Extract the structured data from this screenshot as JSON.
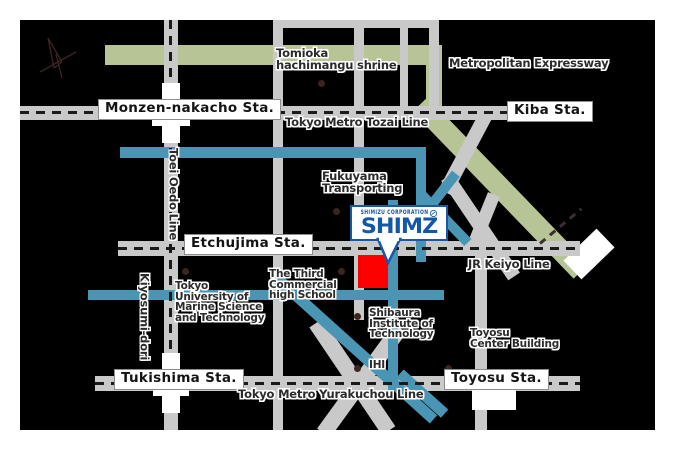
{
  "map": {
    "title": "Shimizu Corporation Tokyo area access map",
    "background_color": "#000000",
    "road_color": "#c9c9c9",
    "water_color": "#4a94b4",
    "expressway_color": "#b7c496",
    "target_color": "#ff0000",
    "logo_color": "#1457a8"
  },
  "stations": [
    {
      "name": "Monzen-nakacho Sta."
    },
    {
      "name": "Kiba Sta."
    },
    {
      "name": "Etchujima Sta."
    },
    {
      "name": "Tukishima Sta."
    },
    {
      "name": "Toyosu Sta."
    }
  ],
  "rail_lines": [
    {
      "name": "Tokyo Metro Tozai Line"
    },
    {
      "name": "Toei Oedo Line"
    },
    {
      "name": "JR Keiyo Line"
    },
    {
      "name": "Tokyo Metro Yurakuchou Line"
    }
  ],
  "roads": [
    {
      "name": "Kiyosumi-dori"
    },
    {
      "name": "Metropolitan Expressway"
    }
  ],
  "landmarks": [
    {
      "name": "Tomioka\nhachimangu shrine"
    },
    {
      "name": "Fukuyama\nTransporting"
    },
    {
      "name": "The Third\nCommercial\nhigh School"
    },
    {
      "name": "Tokyo\nUniversity of\nMarine Science\nand Technology"
    },
    {
      "name": "Shibaura\nInstitute of\nTechnology"
    },
    {
      "name": "IHI"
    },
    {
      "name": "Toyosu\nCenter Building"
    }
  ],
  "logo": {
    "corporation_text": "SHIMIZU CORPORATION",
    "wordmark": "SHIMZ",
    "mark_icon": "shimz-circle-mark"
  },
  "compass": {
    "icon": "north-arrow-icon"
  }
}
